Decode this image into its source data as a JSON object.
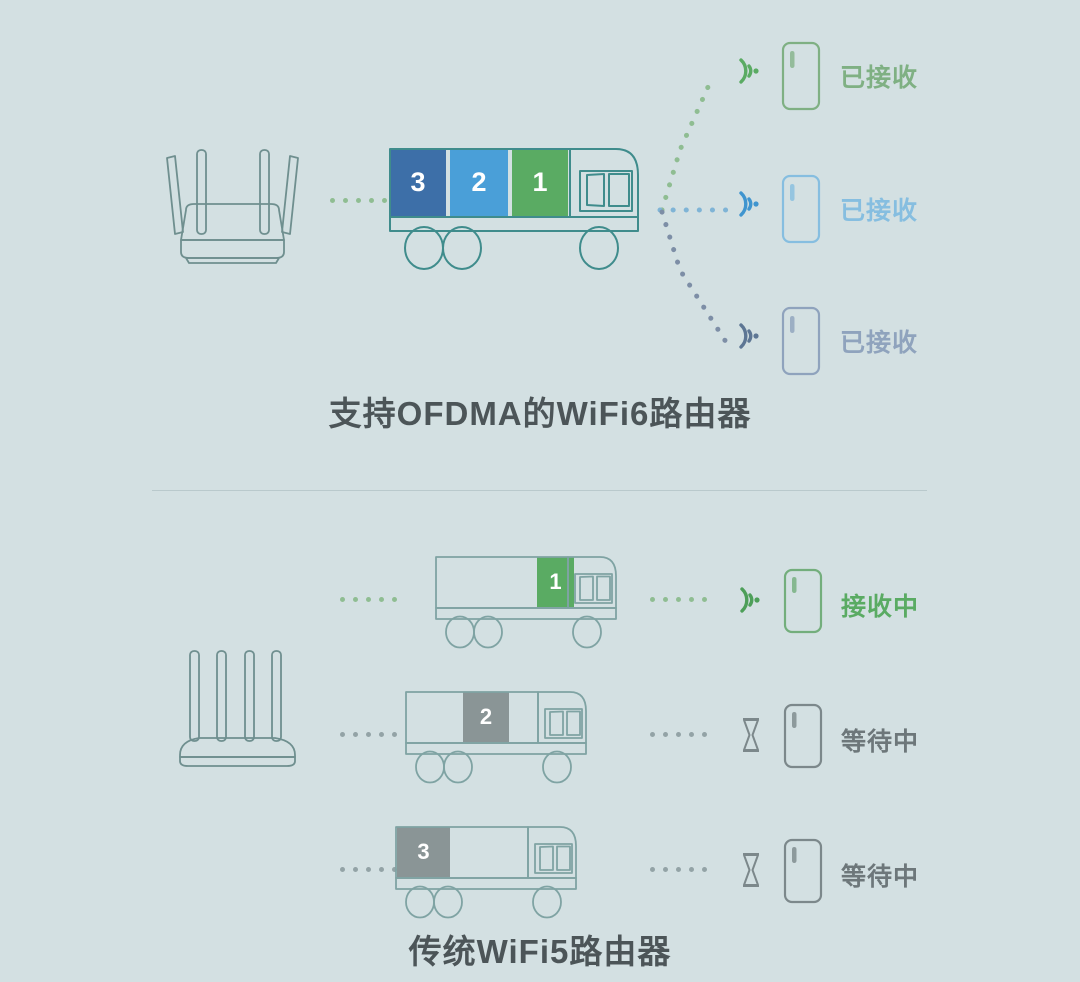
{
  "page": {
    "background_color": "#d3e0e2",
    "title_color": "#4c5558",
    "outline_color": "#6f8f8f",
    "divider_color": "#b9c9cc"
  },
  "colors": {
    "green": "#5aab63",
    "green_light": "#63b06a",
    "blue_light": "#4a9fd8",
    "blue_dark": "#3d6fa8",
    "gray_block": "#8a9596",
    "text_green": "#7fb083",
    "text_blue_light": "#86bee0",
    "text_blue_dark": "#8fa3bd",
    "text_gray": "#6d777a",
    "stroke": "#6f8f8f"
  },
  "top_section": {
    "title": "支持OFDMA的WiFi6路由器",
    "router": {
      "icon": "router-4-antenna-icon",
      "antenna_count": 4
    },
    "link_dots_label": "router-to-truck-dots",
    "truck": {
      "icon": "delivery-truck-icon",
      "cargo_blocks": [
        {
          "label": "3",
          "color": "#3d6fa8"
        },
        {
          "label": "2",
          "color": "#4a9fd8"
        },
        {
          "label": "1",
          "color": "#5aab63"
        }
      ]
    },
    "clients": [
      {
        "wifi_icon": "wifi-signal-icon",
        "phone_icon": "smartphone-icon",
        "status": "已接收",
        "color": "#7fb083",
        "dot_color": "#8fbd92"
      },
      {
        "wifi_icon": "wifi-signal-icon",
        "phone_icon": "smartphone-icon",
        "status": "已接收",
        "color": "#86bee0",
        "dot_color": "#7fb4d6"
      },
      {
        "wifi_icon": "wifi-signal-icon",
        "phone_icon": "smartphone-icon",
        "status": "已接收",
        "color": "#8fa3bd",
        "dot_color": "#7d8ea6"
      }
    ]
  },
  "bottom_section": {
    "title": "传统WiFi5路由器",
    "router": {
      "icon": "router-4-antenna-vertical-icon",
      "antenna_count": 4
    },
    "rows": [
      {
        "cargo": {
          "label": "1",
          "color": "#5aab63",
          "position": "front"
        },
        "status_icon": "wifi-signal-icon",
        "phone_icon": "smartphone-icon",
        "status": "接收中",
        "color": "#5aab63",
        "dot_color": "#8fbd92"
      },
      {
        "cargo": {
          "label": "2",
          "color": "#8a9596",
          "position": "middle"
        },
        "status_icon": "hourglass-icon",
        "phone_icon": "smartphone-icon",
        "status": "等待中",
        "color": "#6d777a",
        "dot_color": "#93a3a6"
      },
      {
        "cargo": {
          "label": "3",
          "color": "#8a9596",
          "position": "rear"
        },
        "status_icon": "hourglass-icon",
        "phone_icon": "smartphone-icon",
        "status": "等待中",
        "color": "#6d777a",
        "dot_color": "#93a3a6"
      }
    ]
  }
}
